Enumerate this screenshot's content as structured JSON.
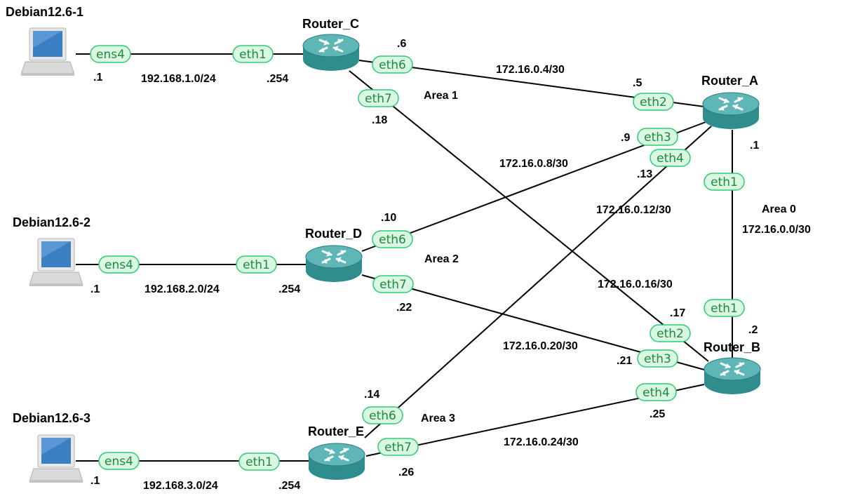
{
  "colors": {
    "router_body": "#2f8d8d",
    "router_top": "#5fb6b6",
    "iface_fill": "#d9f7e2",
    "iface_stroke": "#2ecc71",
    "iface_text": "#1f8a3a",
    "link": "#000000"
  },
  "nodes": {
    "debian1": {
      "label": "Debian12.6-1",
      "icon": "computer-icon"
    },
    "debian2": {
      "label": "Debian12.6-2",
      "icon": "computer-icon"
    },
    "debian3": {
      "label": "Debian12.6-3",
      "icon": "computer-icon"
    },
    "router_a": {
      "label": "Router_A",
      "icon": "router-icon"
    },
    "router_b": {
      "label": "Router_B",
      "icon": "router-icon"
    },
    "router_c": {
      "label": "Router_C",
      "icon": "router-icon"
    },
    "router_d": {
      "label": "Router_D",
      "icon": "router-icon"
    },
    "router_e": {
      "label": "Router_E",
      "icon": "router-icon"
    }
  },
  "interfaces": {
    "d1_ens4": "ens4",
    "c_eth1": "eth1",
    "c_eth6": "eth6",
    "c_eth7": "eth7",
    "a_eth2": "eth2",
    "a_eth3": "eth3",
    "a_eth4": "eth4",
    "a_eth1": "eth1",
    "b_eth1": "eth1",
    "b_eth2": "eth2",
    "b_eth3": "eth3",
    "b_eth4": "eth4",
    "d2_ens4": "ens4",
    "d_eth1": "eth1",
    "d_eth6": "eth6",
    "d_eth7": "eth7",
    "d3_ens4": "ens4",
    "e_eth1": "eth1",
    "e_eth6": "eth6",
    "e_eth7": "eth7"
  },
  "networks": {
    "lan1": "192.168.1.0/24",
    "lan2": "192.168.2.0/24",
    "lan3": "192.168.3.0/24",
    "ca": "172.16.0.4/30",
    "ad": "172.16.0.8/30",
    "ae": "172.16.0.12/30",
    "cb": "172.16.0.16/30",
    "db": "172.16.0.20/30",
    "eb": "172.16.0.24/30",
    "ab": "172.16.0.0/30"
  },
  "addresses": {
    "d1": ".1",
    "c_lan": ".254",
    "c_eth6": ".6",
    "c_eth7": ".18",
    "a_eth2": ".5",
    "a_eth3": ".9",
    "a_eth4": ".13",
    "a_eth1": ".1",
    "b_eth1": ".2",
    "b_eth2": ".17",
    "b_eth3": ".21",
    "b_eth4": ".25",
    "d2": ".1",
    "d_lan": ".254",
    "d_eth6": ".10",
    "d_eth7": ".22",
    "d3": ".1",
    "e_lan": ".254",
    "e_eth6": ".14",
    "e_eth7": ".26"
  },
  "areas": {
    "area0": "Area 0",
    "area1": "Area 1",
    "area2": "Area 2",
    "area3": "Area 3"
  }
}
